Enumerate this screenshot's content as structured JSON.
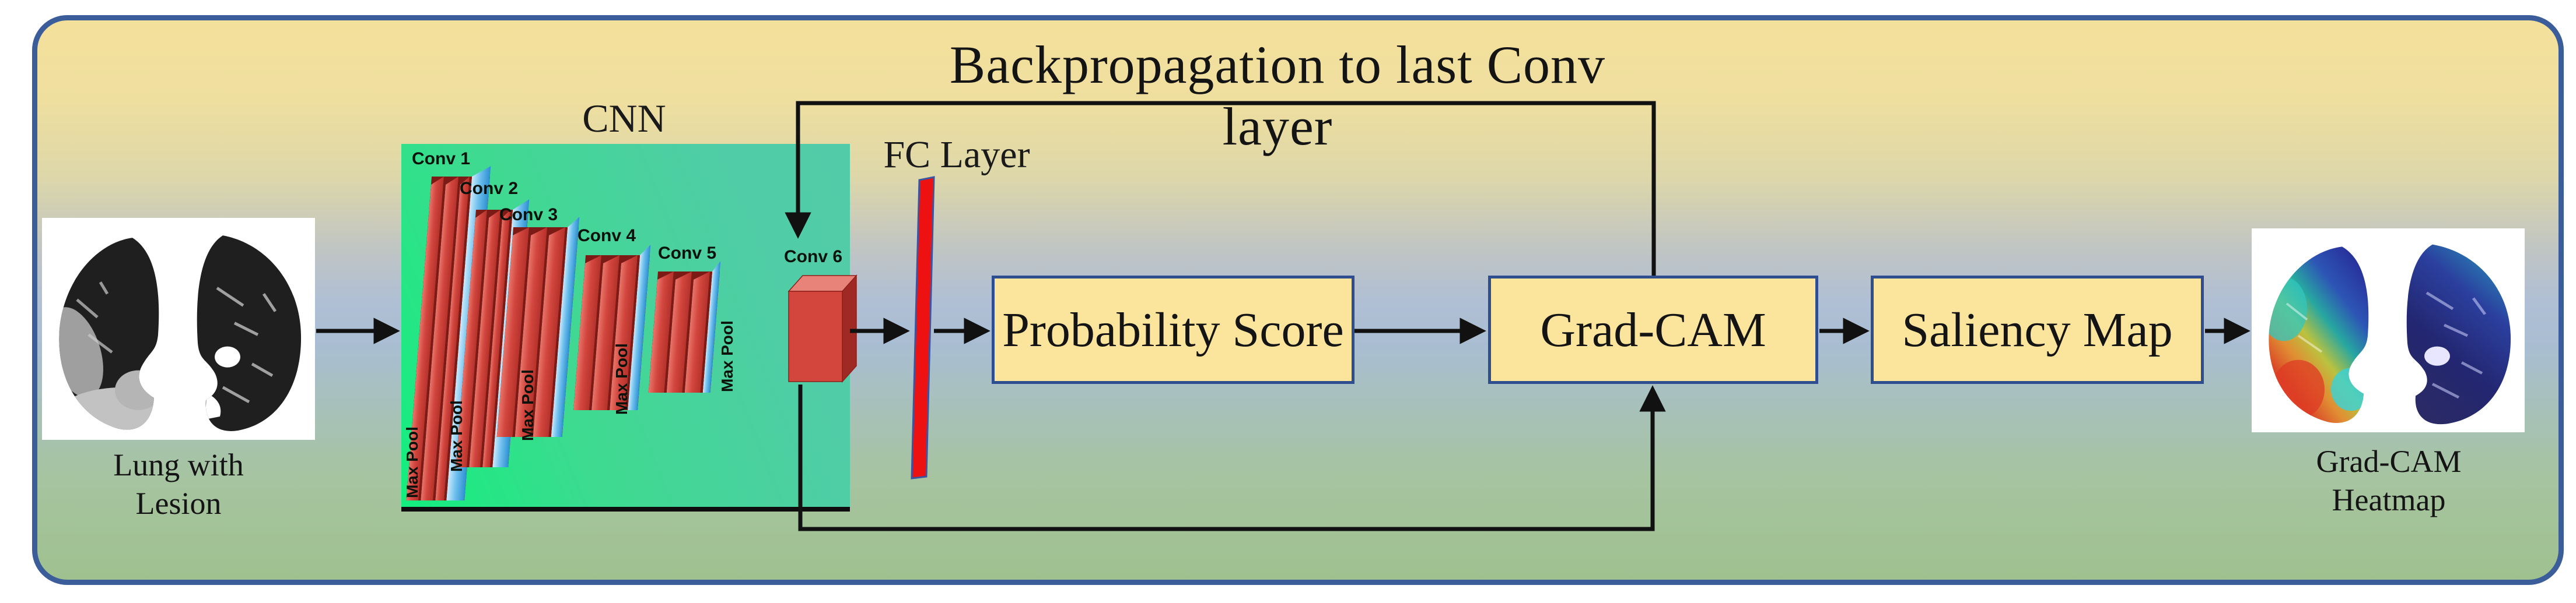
{
  "diagram": {
    "title": "Backpropagation to last Conv layer",
    "cnn": {
      "title": "CNN",
      "layers": [
        {
          "label": "Conv 1"
        },
        {
          "label": "Conv 2"
        },
        {
          "label": "Conv 3"
        },
        {
          "label": "Conv 4"
        },
        {
          "label": "Conv 5"
        },
        {
          "label": "Conv 6"
        }
      ],
      "maxpool_labels": [
        "Max Pool",
        "Max Pool",
        "Max Pool",
        "Max Pool",
        "Max Pool"
      ]
    },
    "fc_label": "FC Layer",
    "nodes": {
      "probability": "Probability Score",
      "gradcam": "Grad-CAM",
      "saliency": "Saliency Map"
    },
    "input_image": {
      "caption_line1": "Lung with",
      "caption_line2": "Lesion"
    },
    "output_image": {
      "caption_line1": "Grad-CAM",
      "caption_line2": "Heatmap"
    },
    "colors": {
      "node_fill": "#FBE49B",
      "node_border": "#2E4E8F",
      "container_border": "#3B5D9A",
      "cnn_green_bright": "#12EF7E",
      "cnn_green_teal": "#52CCA8",
      "conv_red": "#D2463E",
      "pool_blue": "#6FC0EE",
      "fc_bar_red": "#EE1111",
      "arrow_black": "#111111"
    }
  }
}
